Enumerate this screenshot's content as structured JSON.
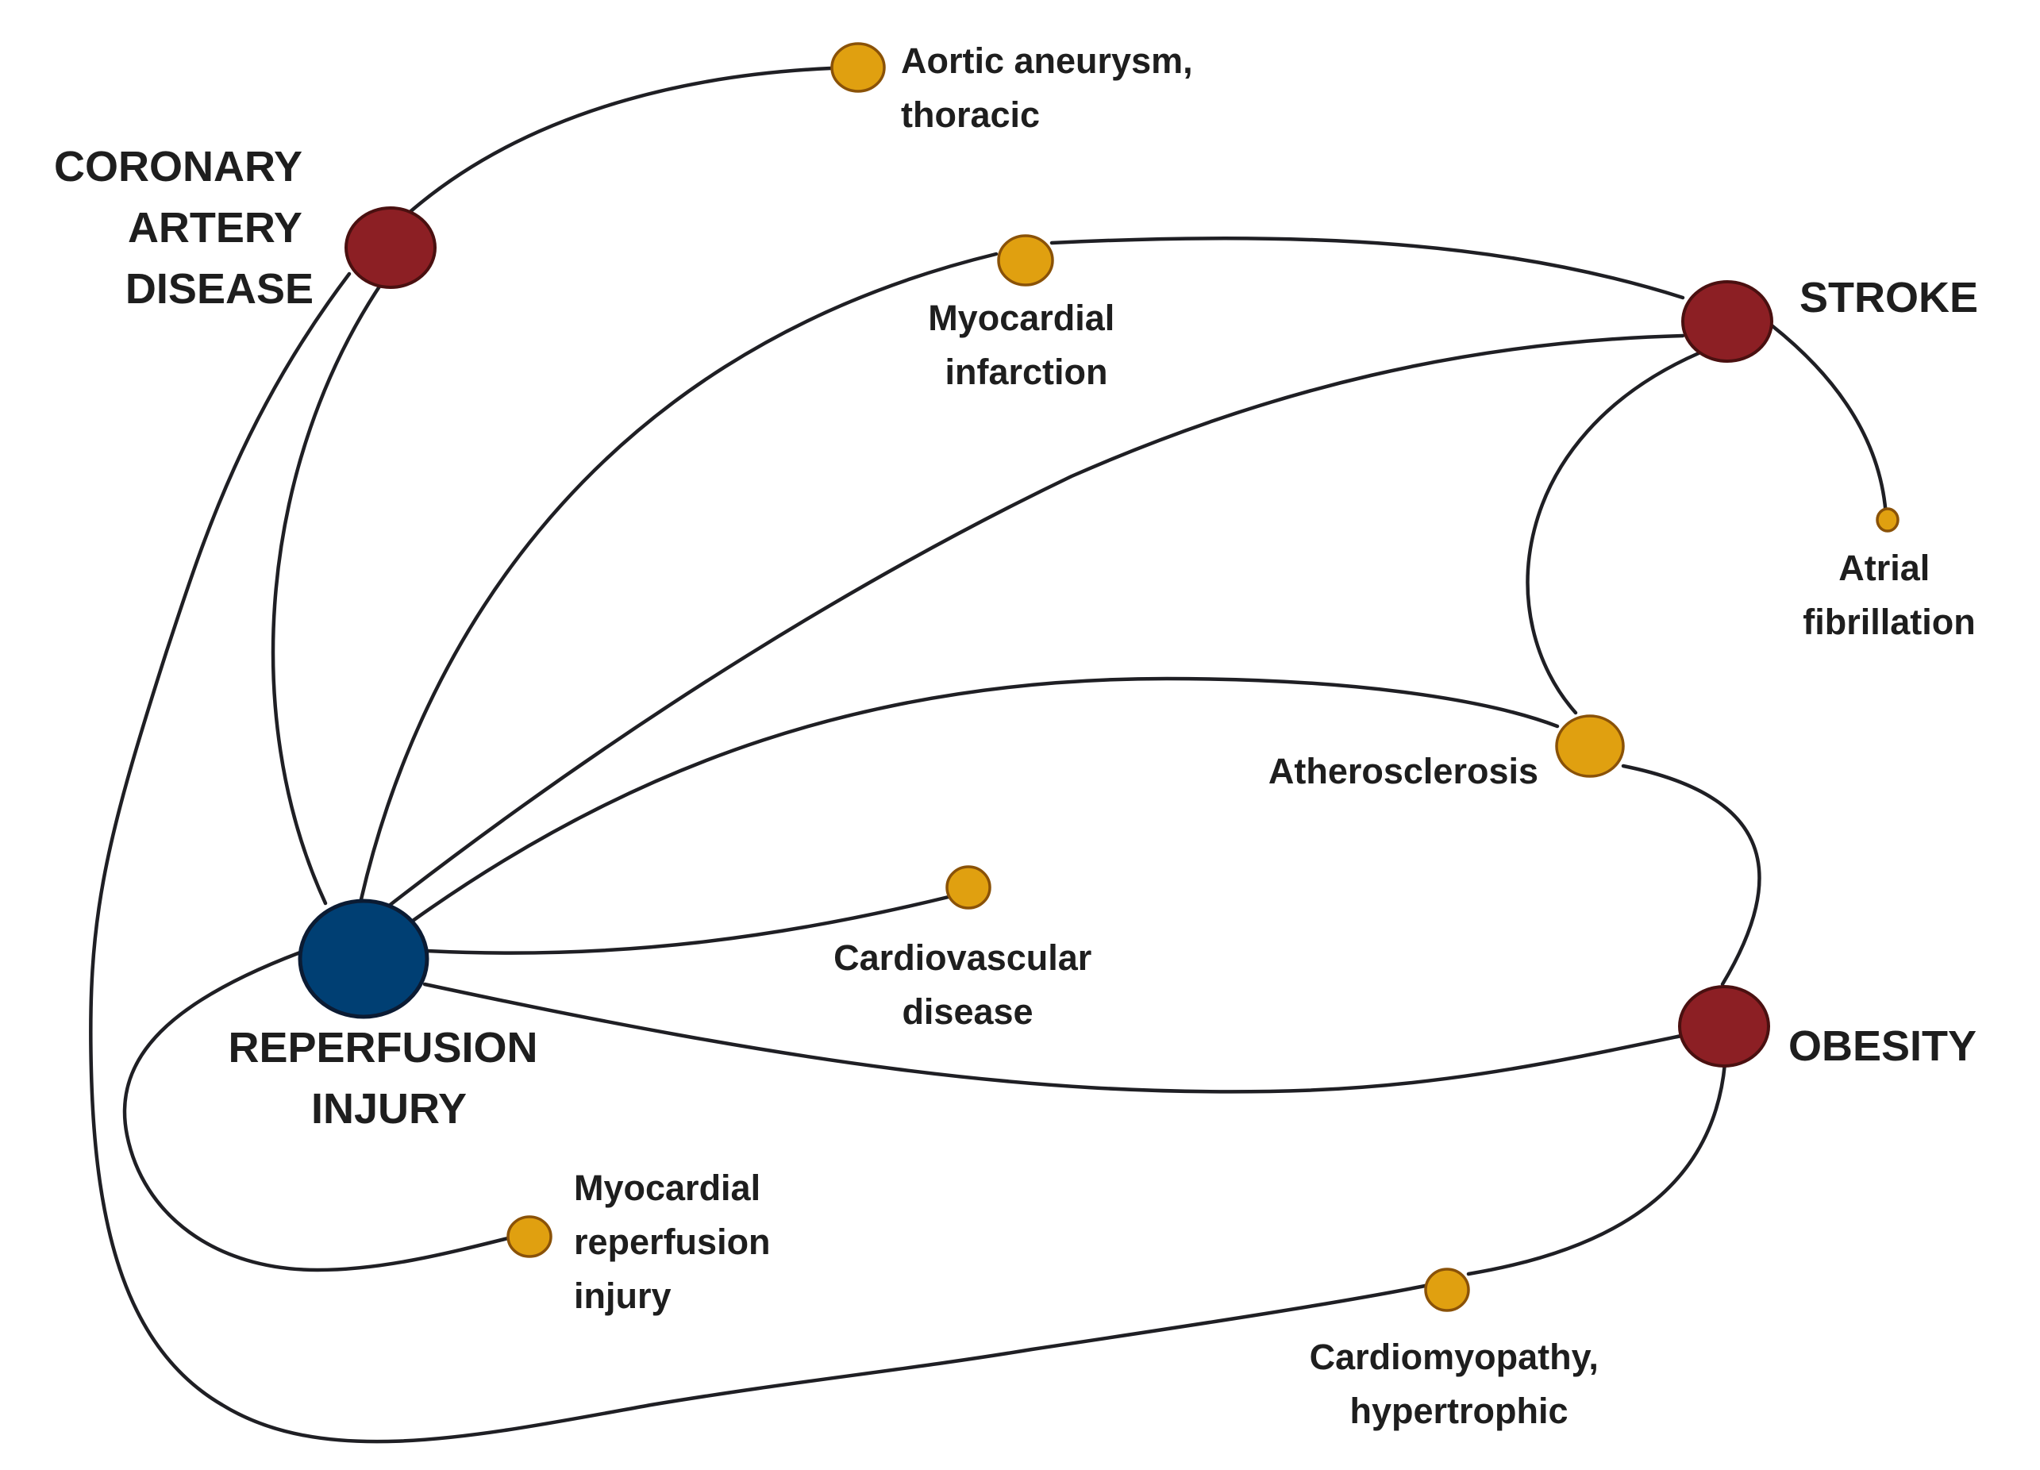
{
  "colors": {
    "central_node": "#003f73",
    "major_node": "#8c1f24",
    "minor_node": "#e0a010",
    "edge": "#1f1f24",
    "label": "#1e1e1e"
  },
  "nodes": {
    "reperfusion_injury": {
      "lines": [
        "REPERFUSION",
        "INJURY"
      ],
      "kind": "central"
    },
    "coronary_artery_disease": {
      "lines": [
        "CORONARY",
        "ARTERY",
        "DISEASE"
      ],
      "kind": "major"
    },
    "stroke": {
      "lines": [
        "STROKE"
      ],
      "kind": "major"
    },
    "obesity": {
      "lines": [
        "OBESITY"
      ],
      "kind": "major"
    },
    "aortic_aneurysm_thoracic": {
      "lines": [
        "Aortic aneurysm,",
        "thoracic"
      ],
      "kind": "minor"
    },
    "myocardial_infarction": {
      "lines": [
        "Myocardial",
        "infarction"
      ],
      "kind": "minor"
    },
    "atrial_fibrillation": {
      "lines": [
        "Atrial",
        "fibrillation"
      ],
      "kind": "minor"
    },
    "atherosclerosis": {
      "lines": [
        "Atherosclerosis"
      ],
      "kind": "minor"
    },
    "cardiovascular_disease": {
      "lines": [
        "Cardiovascular",
        "disease"
      ],
      "kind": "minor"
    },
    "myocardial_reperfusion_injury": {
      "lines": [
        "Myocardial",
        "reperfusion",
        "injury"
      ],
      "kind": "minor"
    },
    "cardiomyopathy_hypertrophic": {
      "lines": [
        "Cardiomyopathy,",
        "hypertrophic"
      ],
      "kind": "minor"
    }
  },
  "edges": [
    [
      "coronary_artery_disease",
      "aortic_aneurysm_thoracic"
    ],
    [
      "coronary_artery_disease",
      "reperfusion_injury"
    ],
    [
      "coronary_artery_disease",
      "cardiomyopathy_hypertrophic"
    ],
    [
      "reperfusion_injury",
      "myocardial_infarction"
    ],
    [
      "myocardial_infarction",
      "stroke"
    ],
    [
      "reperfusion_injury",
      "stroke"
    ],
    [
      "stroke",
      "atrial_fibrillation"
    ],
    [
      "stroke",
      "atherosclerosis"
    ],
    [
      "reperfusion_injury",
      "atherosclerosis"
    ],
    [
      "atherosclerosis",
      "obesity"
    ],
    [
      "reperfusion_injury",
      "cardiovascular_disease"
    ],
    [
      "reperfusion_injury",
      "obesity"
    ],
    [
      "reperfusion_injury",
      "myocardial_reperfusion_injury"
    ],
    [
      "obesity",
      "cardiomyopathy_hypertrophic"
    ]
  ]
}
